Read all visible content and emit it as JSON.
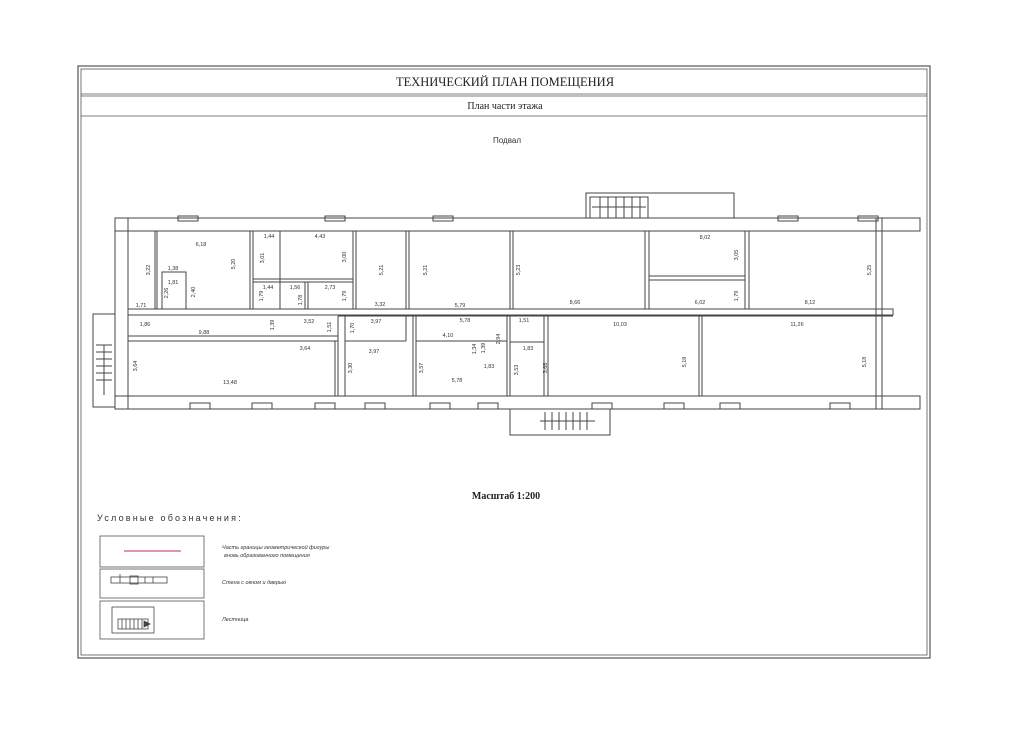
{
  "title": "ТЕХНИЧЕСКИЙ ПЛАН ПОМЕЩЕНИЯ",
  "subtitle": "План части этажа",
  "floor_label": "Подвал",
  "scale_label": "Масштаб 1:200",
  "legend": {
    "heading": "Условные обозначения:",
    "items": [
      {
        "label_line1": "Часть границы геометрической фигуры",
        "label_line2": "вновь образованного помещения",
        "color": "#b5334a"
      },
      {
        "label_line1": "Стена с окном и дверью",
        "label_line2": ""
      },
      {
        "label_line1": "Лестница",
        "label_line2": ""
      }
    ]
  },
  "dimensions": {
    "d_618": "6,18",
    "d_520": "5,20",
    "d_322": "3,22",
    "d_138": "1,38",
    "d_181": "1,81",
    "d_226": "2,26",
    "d_240": "2,40",
    "d_171": "1,71",
    "d_144a": "1,44",
    "d_443": "4,43",
    "d_301": "3,01",
    "d_300": "3,00",
    "d_144b": "1,44",
    "d_156": "1,56",
    "d_273": "2,73",
    "d_179a": "1,79",
    "d_178": "1,78",
    "d_179b": "1,79",
    "d_521a": "5,21",
    "d_332": "3,32",
    "d_521b": "5,21",
    "d_579": "5,79",
    "d_523": "5,23",
    "d_866": "8,66",
    "d_802": "8,02",
    "d_305": "3,05",
    "d_602": "6,02",
    "d_179c": "1,79",
    "d_525": "5,25",
    "d_812": "8,12",
    "d_186": "1,86",
    "d_988": "9,88",
    "d_139": "1,39",
    "d_352": "3,52",
    "d_151a": "1,51",
    "d_397a": "3,97",
    "d_578a": "5,78",
    "d_151b": "1,51",
    "d_1003": "10,03",
    "d_1126": "11,26",
    "d_364a": "3,64",
    "d_364b": "3,64",
    "d_170": "1,70",
    "d_397b": "3,97",
    "d_410": "4,10",
    "d_134": "1,34",
    "d_139b": "1,39",
    "d_294": "2,94",
    "d_183a": "1,83",
    "d_183b": "1,83",
    "d_357": "3,57",
    "d_353": "3,53",
    "d_368": "3,68",
    "d_518a": "5,18",
    "d_518b": "5,18",
    "d_1348": "13,48",
    "d_330": "3,30",
    "d_578b": "5,78"
  }
}
